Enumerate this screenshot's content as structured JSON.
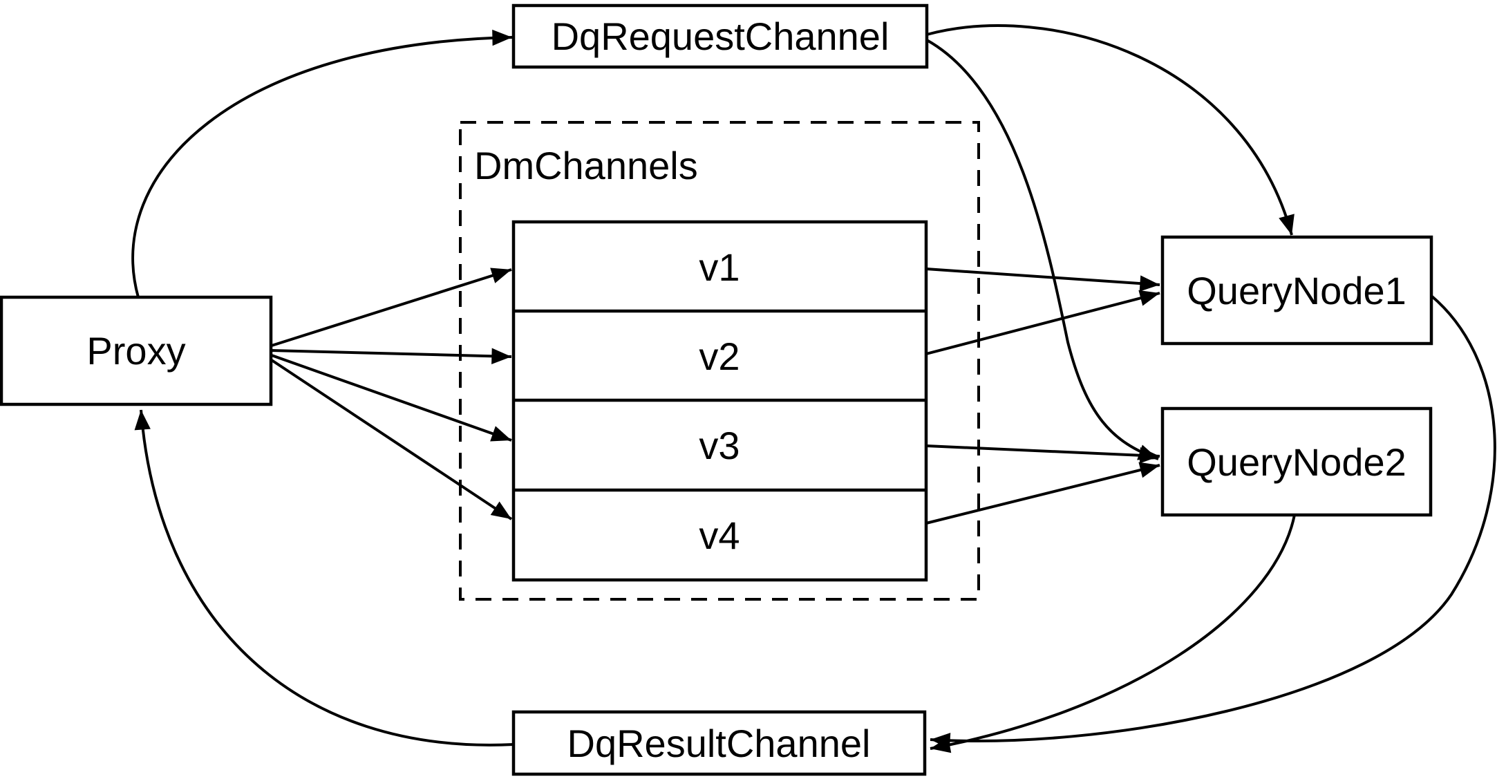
{
  "diagram": {
    "colors": {
      "background": "#ffffff",
      "stroke": "#000000",
      "box_fill": "#ffffff"
    },
    "nodes": {
      "proxy": "Proxy",
      "dq_request_channel": "DqRequestChannel",
      "dm_channels_group": "DmChannels",
      "query_node1": "QueryNode1",
      "query_node2": "QueryNode2",
      "dq_result_channel": "DqResultChannel"
    },
    "channels": [
      "v1",
      "v2",
      "v3",
      "v4"
    ],
    "edges": [
      {
        "from": "proxy",
        "to": "dq_request_channel"
      },
      {
        "from": "dq_request_channel",
        "to": "query_node1"
      },
      {
        "from": "dq_request_channel",
        "to": "query_node2"
      },
      {
        "from": "proxy",
        "to": "v1"
      },
      {
        "from": "proxy",
        "to": "v2"
      },
      {
        "from": "proxy",
        "to": "v3"
      },
      {
        "from": "proxy",
        "to": "v4"
      },
      {
        "from": "v1",
        "to": "query_node1"
      },
      {
        "from": "v2",
        "to": "query_node1"
      },
      {
        "from": "v3",
        "to": "query_node2"
      },
      {
        "from": "v4",
        "to": "query_node2"
      },
      {
        "from": "query_node1",
        "to": "dq_result_channel"
      },
      {
        "from": "query_node2",
        "to": "dq_result_channel"
      },
      {
        "from": "dq_result_channel",
        "to": "proxy"
      }
    ]
  }
}
